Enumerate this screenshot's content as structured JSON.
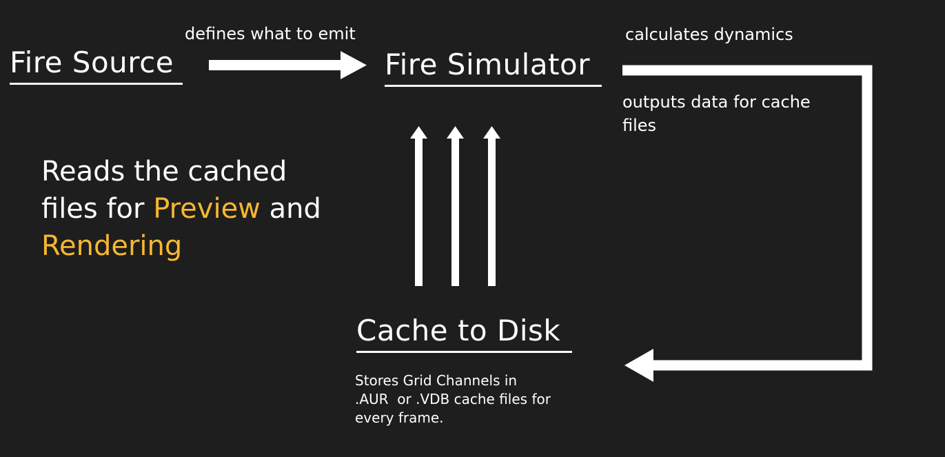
{
  "nodes": {
    "fire_source": "Fire Source",
    "fire_simulator": "Fire Simulator",
    "cache_to_disk": "Cache to Disk"
  },
  "edge_labels": {
    "source_to_simulator": "defines what to emit",
    "simulator_dynamics": "calculates dynamics",
    "simulator_outputs_line1": "outputs data for cache",
    "simulator_outputs_line2": "files"
  },
  "cache_caption": {
    "line1": "Stores Grid Channels in",
    "line2": ".AUR  or .VDB cache files for",
    "line3": "every frame."
  },
  "reads_text": {
    "line1": "Reads the cached",
    "line2_part1": "files for ",
    "line2_highlight": "Preview",
    "line2_part2": " and",
    "line3_highlight": "Rendering"
  },
  "colors": {
    "background": "#1e1e1e",
    "foreground": "#ffffff",
    "highlight": "#f7b731"
  }
}
